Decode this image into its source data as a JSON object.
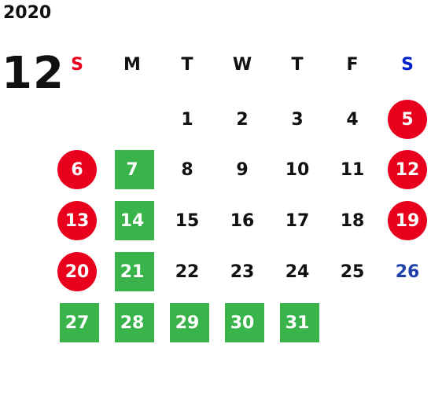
{
  "calendar": {
    "year": "2020",
    "month": "12",
    "weekdays": [
      {
        "label": "S",
        "color": "#e8001c"
      },
      {
        "label": "M",
        "color": "#111111"
      },
      {
        "label": "T",
        "color": "#111111"
      },
      {
        "label": "W",
        "color": "#111111"
      },
      {
        "label": "T",
        "color": "#111111"
      },
      {
        "label": "F",
        "color": "#111111"
      },
      {
        "label": "S",
        "color": "#0022cc"
      }
    ],
    "colors": {
      "holiday_circle": "#e8001c",
      "closed_square": "#39b44a",
      "sunday_text": "#e8001c",
      "saturday_text": "#0022cc",
      "saturday_plain_text": "#1f3fa8",
      "plain_text": "#111111"
    },
    "first_weekday_index": 2,
    "days": [
      {
        "day": "1",
        "mark": "none"
      },
      {
        "day": "2",
        "mark": "none"
      },
      {
        "day": "3",
        "mark": "none"
      },
      {
        "day": "4",
        "mark": "none"
      },
      {
        "day": "5",
        "mark": "red-circle"
      },
      {
        "day": "6",
        "mark": "red-circle"
      },
      {
        "day": "7",
        "mark": "green-square"
      },
      {
        "day": "8",
        "mark": "none"
      },
      {
        "day": "9",
        "mark": "none"
      },
      {
        "day": "10",
        "mark": "none"
      },
      {
        "day": "11",
        "mark": "none"
      },
      {
        "day": "12",
        "mark": "red-circle"
      },
      {
        "day": "13",
        "mark": "red-circle"
      },
      {
        "day": "14",
        "mark": "green-square"
      },
      {
        "day": "15",
        "mark": "none"
      },
      {
        "day": "16",
        "mark": "none"
      },
      {
        "day": "17",
        "mark": "none"
      },
      {
        "day": "18",
        "mark": "none"
      },
      {
        "day": "19",
        "mark": "red-circle"
      },
      {
        "day": "20",
        "mark": "red-circle"
      },
      {
        "day": "21",
        "mark": "green-square"
      },
      {
        "day": "22",
        "mark": "none"
      },
      {
        "day": "23",
        "mark": "none"
      },
      {
        "day": "24",
        "mark": "none"
      },
      {
        "day": "25",
        "mark": "none"
      },
      {
        "day": "26",
        "mark": "blue-text"
      },
      {
        "day": "27",
        "mark": "green-square"
      },
      {
        "day": "28",
        "mark": "green-square"
      },
      {
        "day": "29",
        "mark": "green-square"
      },
      {
        "day": "30",
        "mark": "green-square"
      },
      {
        "day": "31",
        "mark": "green-square"
      }
    ]
  }
}
